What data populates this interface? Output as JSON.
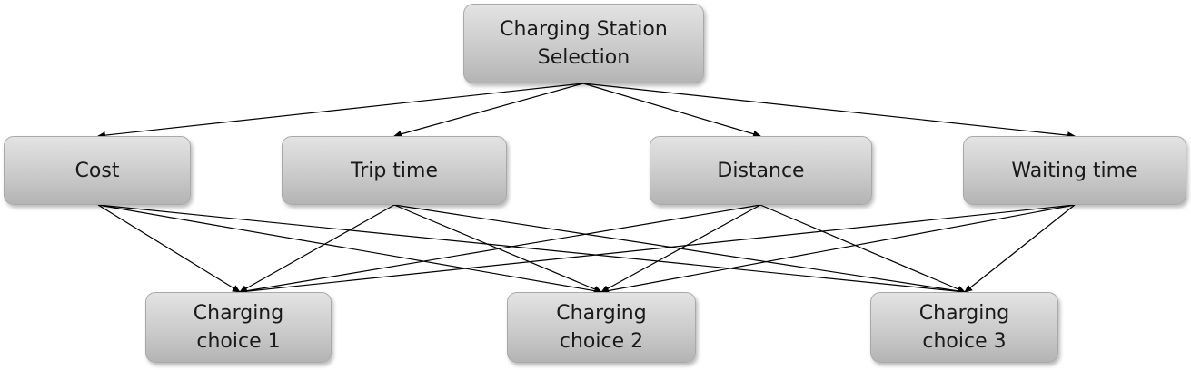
{
  "diagram": {
    "root": {
      "line1": "Charging Station",
      "line2": "Selection"
    },
    "criteria": [
      "Cost",
      "Trip time",
      "Distance",
      "Waiting time"
    ],
    "choices": [
      {
        "line1": "Charging",
        "line2": "choice 1"
      },
      {
        "line1": "Charging",
        "line2": "choice 2"
      },
      {
        "line1": "Charging",
        "line2": "choice 3"
      }
    ]
  },
  "colors": {
    "node_fill_top": "#e3e3e3",
    "node_fill_bottom": "#b4b4b4",
    "arrow": "#000000",
    "text": "#1a1a1a"
  }
}
